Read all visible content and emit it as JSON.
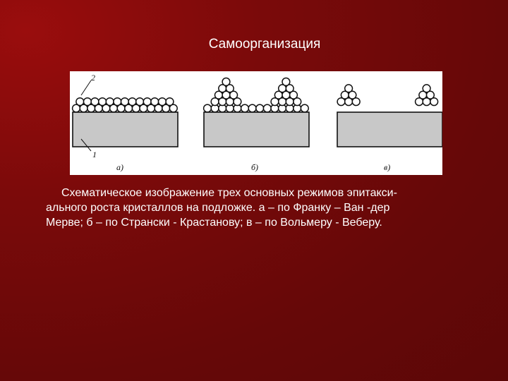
{
  "slide": {
    "title": "Самоорганизация",
    "caption_lines": [
      "Схематическое изображение трех основных режимов  эпитакси-",
      "ального роста кристаллов на подложке.  а – по Франку – Ван -дер",
      "Мерве;  б – по Странски - Крастанову;  в – по Вольмеру - Веберу."
    ]
  },
  "figure": {
    "label_layer": "2",
    "label_substrate": "1",
    "panels": [
      {
        "label": "а)",
        "mode": "layer-by-layer"
      },
      {
        "label": "б)",
        "mode": "layer-plus-islands"
      },
      {
        "label": "в)",
        "mode": "islands"
      }
    ]
  },
  "colors": {
    "background": "#7a0a0a",
    "text": "#ffffff",
    "substrate": "#c8c8c8",
    "atom_stroke": "#111111"
  }
}
